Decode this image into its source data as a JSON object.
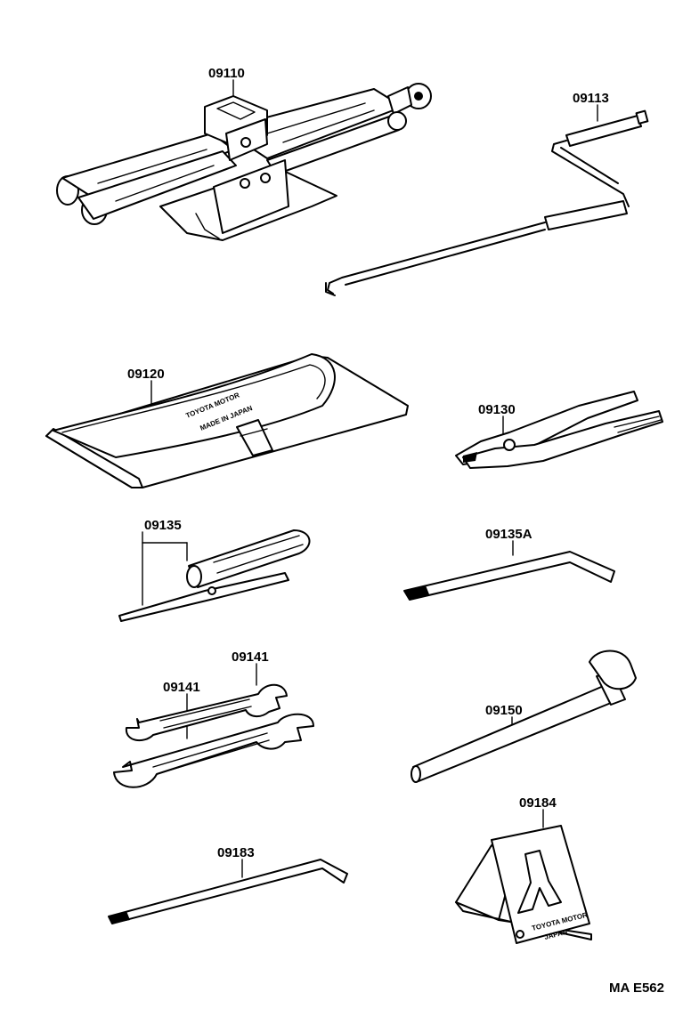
{
  "diagram": {
    "parts": [
      {
        "id": "09110"
      },
      {
        "id": "09113"
      },
      {
        "id": "09120",
        "markings": [
          "TOYOTA MOTOR",
          "MADE IN JAPAN"
        ]
      },
      {
        "id": "09130"
      },
      {
        "id": "09135"
      },
      {
        "id": "09135A"
      },
      {
        "id": "09141"
      },
      {
        "id": "09141"
      },
      {
        "id": "09150"
      },
      {
        "id": "09183"
      },
      {
        "id": "09184",
        "markings": [
          "TOYOTA MOTOR",
          "JAPAN"
        ]
      }
    ],
    "code": "MA E562"
  }
}
